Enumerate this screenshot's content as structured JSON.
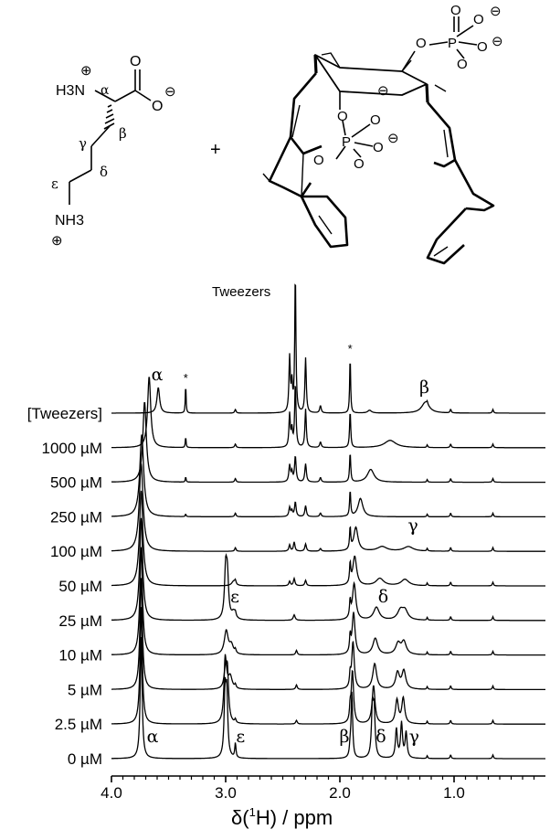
{
  "scheme": {
    "lysine_labels": {
      "h3n": "H3N",
      "alpha": "α",
      "beta": "β",
      "gamma": "γ",
      "delta": "δ",
      "epsilon": "ε",
      "nh3": "NH3",
      "o": "O",
      "plus": "⊕",
      "minus": "⊖"
    },
    "plus_sign": "+",
    "tweezer_labels": {
      "o": "O",
      "p": "P",
      "minus": "⊖"
    }
  },
  "chart_data": {
    "type": "stacked-nmr-spectra",
    "xlabel_prefix": "δ(",
    "xlabel_sup": "1",
    "xlabel_suffix": "H) / ppm",
    "xlim": [
      4.0,
      0.2
    ],
    "xticks": [
      {
        "value": 4.0,
        "label": "4.0"
      },
      {
        "value": 3.0,
        "label": "3.0"
      },
      {
        "value": 2.0,
        "label": "2.0"
      },
      {
        "value": 1.0,
        "label": "1.0"
      }
    ],
    "tweezers_label": "Tweezers",
    "common_peaks": [
      {
        "ppm": 2.915,
        "h": 4,
        "w": 0.007
      },
      {
        "ppm": 1.235,
        "h": 3,
        "w": 0.005
      },
      {
        "ppm": 1.03,
        "h": 4,
        "w": 0.006
      },
      {
        "ppm": 0.66,
        "h": 4,
        "w": 0.006
      }
    ],
    "series": [
      {
        "name": "0 µM",
        "peaks": [
          {
            "ppm": 3.74,
            "h": 133,
            "w": 0.01
          },
          {
            "ppm": 3.005,
            "h": 68,
            "w": 0.01
          },
          {
            "ppm": 2.99,
            "h": 64,
            "w": 0.01
          },
          {
            "ppm": 2.915,
            "h": 12,
            "w": 0.006
          },
          {
            "ppm": 1.91,
            "h": 10,
            "w": 0.007
          },
          {
            "ppm": 1.895,
            "h": 72,
            "w": 0.008
          },
          {
            "ppm": 1.715,
            "h": 52,
            "w": 0.01
          },
          {
            "ppm": 1.7,
            "h": 48,
            "w": 0.01
          },
          {
            "ppm": 1.505,
            "h": 32,
            "w": 0.01
          },
          {
            "ppm": 1.46,
            "h": 38,
            "w": 0.01
          },
          {
            "ppm": 1.42,
            "h": 28,
            "w": 0.01
          }
        ]
      },
      {
        "name": "2.5 µM",
        "peaks": [
          {
            "ppm": 3.74,
            "h": 128,
            "w": 0.012
          },
          {
            "ppm": 3.005,
            "h": 62,
            "w": 0.012
          },
          {
            "ppm": 2.985,
            "h": 52,
            "w": 0.012
          },
          {
            "ppm": 1.91,
            "h": 14,
            "w": 0.006
          },
          {
            "ppm": 1.89,
            "h": 58,
            "w": 0.012
          },
          {
            "ppm": 1.705,
            "h": 42,
            "w": 0.015
          },
          {
            "ppm": 1.5,
            "h": 26,
            "w": 0.015
          },
          {
            "ppm": 1.445,
            "h": 28,
            "w": 0.015
          },
          {
            "ppm": 2.38,
            "h": 4,
            "w": 0.008
          }
        ]
      },
      {
        "name": "5 µM",
        "peaks": [
          {
            "ppm": 3.74,
            "h": 122,
            "w": 0.013
          },
          {
            "ppm": 3.0,
            "h": 28,
            "w": 0.014
          },
          {
            "ppm": 2.96,
            "h": 14,
            "w": 0.02
          },
          {
            "ppm": 1.91,
            "h": 14,
            "w": 0.006
          },
          {
            "ppm": 1.885,
            "h": 52,
            "w": 0.013
          },
          {
            "ppm": 1.695,
            "h": 28,
            "w": 0.02
          },
          {
            "ppm": 1.495,
            "h": 18,
            "w": 0.02
          },
          {
            "ppm": 1.44,
            "h": 20,
            "w": 0.02
          },
          {
            "ppm": 2.38,
            "h": 5,
            "w": 0.008
          }
        ]
      },
      {
        "name": "10 µM",
        "peaks": [
          {
            "ppm": 3.74,
            "h": 118,
            "w": 0.014
          },
          {
            "ppm": 2.995,
            "h": 26,
            "w": 0.02
          },
          {
            "ppm": 2.95,
            "h": 10,
            "w": 0.02
          },
          {
            "ppm": 1.91,
            "h": 18,
            "w": 0.006
          },
          {
            "ppm": 1.88,
            "h": 46,
            "w": 0.015
          },
          {
            "ppm": 1.69,
            "h": 18,
            "w": 0.025
          },
          {
            "ppm": 1.49,
            "h": 12,
            "w": 0.025
          },
          {
            "ppm": 1.44,
            "h": 14,
            "w": 0.025
          },
          {
            "ppm": 2.38,
            "h": 5,
            "w": 0.008
          }
        ]
      },
      {
        "name": "25 µM",
        "peaks": [
          {
            "ppm": 3.74,
            "h": 112,
            "w": 0.016
          },
          {
            "ppm": 3.0,
            "h": 52,
            "w": 0.012
          },
          {
            "ppm": 2.985,
            "h": 44,
            "w": 0.012
          },
          {
            "ppm": 2.93,
            "h": 8,
            "w": 0.02
          },
          {
            "ppm": 1.91,
            "h": 18,
            "w": 0.006
          },
          {
            "ppm": 1.875,
            "h": 40,
            "w": 0.018
          },
          {
            "ppm": 1.68,
            "h": 14,
            "w": 0.03
          },
          {
            "ppm": 1.47,
            "h": 10,
            "w": 0.03
          },
          {
            "ppm": 1.43,
            "h": 10,
            "w": 0.03
          },
          {
            "ppm": 2.4,
            "h": 6,
            "w": 0.01
          }
        ]
      },
      {
        "name": "50 µM",
        "peaks": [
          {
            "ppm": 3.74,
            "h": 104,
            "w": 0.018
          },
          {
            "ppm": 2.93,
            "h": 5,
            "w": 0.02
          },
          {
            "ppm": 1.91,
            "h": 22,
            "w": 0.006
          },
          {
            "ppm": 1.87,
            "h": 32,
            "w": 0.02
          },
          {
            "ppm": 1.65,
            "h": 8,
            "w": 0.04
          },
          {
            "ppm": 1.43,
            "h": 7,
            "w": 0.04
          },
          {
            "ppm": 2.44,
            "h": 5,
            "w": 0.008
          },
          {
            "ppm": 2.4,
            "h": 8,
            "w": 0.008
          },
          {
            "ppm": 2.3,
            "h": 6,
            "w": 0.008
          }
        ]
      },
      {
        "name": "100 µM",
        "peaks": [
          {
            "ppm": 3.74,
            "h": 96,
            "w": 0.02
          },
          {
            "ppm": 1.91,
            "h": 24,
            "w": 0.006
          },
          {
            "ppm": 1.86,
            "h": 26,
            "w": 0.022
          },
          {
            "ppm": 1.63,
            "h": 5,
            "w": 0.05
          },
          {
            "ppm": 1.4,
            "h": 5,
            "w": 0.05
          },
          {
            "ppm": 2.44,
            "h": 7,
            "w": 0.008
          },
          {
            "ppm": 2.4,
            "h": 10,
            "w": 0.008
          },
          {
            "ppm": 2.3,
            "h": 8,
            "w": 0.008
          },
          {
            "ppm": 2.17,
            "h": 3,
            "w": 0.008
          }
        ]
      },
      {
        "name": "250 µM",
        "peaks": [
          {
            "ppm": 3.735,
            "h": 90,
            "w": 0.02
          },
          {
            "ppm": 3.35,
            "h": 3,
            "w": 0.004
          },
          {
            "ppm": 1.91,
            "h": 28,
            "w": 0.006
          },
          {
            "ppm": 1.82,
            "h": 20,
            "w": 0.025
          },
          {
            "ppm": 2.44,
            "h": 10,
            "w": 0.008
          },
          {
            "ppm": 2.42,
            "h": 6,
            "w": 0.008
          },
          {
            "ppm": 2.39,
            "h": 16,
            "w": 0.008
          },
          {
            "ppm": 2.3,
            "h": 12,
            "w": 0.008
          },
          {
            "ppm": 2.17,
            "h": 4,
            "w": 0.008
          }
        ]
      },
      {
        "name": "500 µM",
        "peaks": [
          {
            "ppm": 3.71,
            "h": 88,
            "w": 0.018
          },
          {
            "ppm": 3.35,
            "h": 6,
            "w": 0.004
          },
          {
            "ppm": 1.91,
            "h": 32,
            "w": 0.006
          },
          {
            "ppm": 1.73,
            "h": 14,
            "w": 0.035
          },
          {
            "ppm": 2.44,
            "h": 18,
            "w": 0.008
          },
          {
            "ppm": 2.42,
            "h": 10,
            "w": 0.008
          },
          {
            "ppm": 2.39,
            "h": 28,
            "w": 0.008
          },
          {
            "ppm": 2.3,
            "h": 20,
            "w": 0.008
          },
          {
            "ppm": 2.17,
            "h": 5,
            "w": 0.008
          }
        ]
      },
      {
        "name": "1000 µM",
        "peaks": [
          {
            "ppm": 3.67,
            "h": 78,
            "w": 0.016
          },
          {
            "ppm": 3.35,
            "h": 12,
            "w": 0.004
          },
          {
            "ppm": 1.91,
            "h": 40,
            "w": 0.006
          },
          {
            "ppm": 1.56,
            "h": 8,
            "w": 0.06
          },
          {
            "ppm": 2.44,
            "h": 36,
            "w": 0.007
          },
          {
            "ppm": 2.42,
            "h": 18,
            "w": 0.007
          },
          {
            "ppm": 2.39,
            "h": 70,
            "w": 0.007
          },
          {
            "ppm": 2.3,
            "h": 42,
            "w": 0.007
          },
          {
            "ppm": 2.17,
            "h": 6,
            "w": 0.008
          }
        ]
      },
      {
        "name": "[Tweezers]",
        "peaks": [
          {
            "ppm": 3.59,
            "h": 28,
            "w": 0.014
          },
          {
            "ppm": 3.35,
            "h": 32,
            "w": 0.004
          },
          {
            "ppm": 1.91,
            "h": 62,
            "w": 0.005
          },
          {
            "ppm": 1.25,
            "h": 12,
            "w": 0.04
          },
          {
            "ppm": 2.44,
            "h": 60,
            "w": 0.007
          },
          {
            "ppm": 2.42,
            "h": 30,
            "w": 0.007
          },
          {
            "ppm": 2.39,
            "h": 152,
            "w": 0.006
          },
          {
            "ppm": 2.3,
            "h": 60,
            "w": 0.007
          },
          {
            "ppm": 2.17,
            "h": 8,
            "w": 0.008
          },
          {
            "ppm": 1.74,
            "h": 3,
            "w": 0.02
          }
        ]
      }
    ],
    "annotations": [
      {
        "text": "α",
        "ppm": 3.64,
        "series": "0 µM",
        "dy": 18,
        "serif": true
      },
      {
        "text": "ε",
        "ppm": 2.87,
        "series": "0 µM",
        "dy": 18,
        "serif": true
      },
      {
        "text": "β",
        "ppm": 1.96,
        "series": "0 µM",
        "dy": 18,
        "serif": true
      },
      {
        "text": "δ",
        "ppm": 1.64,
        "series": "0 µM",
        "dy": 18,
        "serif": true
      },
      {
        "text": "γ",
        "ppm": 1.35,
        "series": "0 µM",
        "dy": 18,
        "serif": true
      },
      {
        "text": "ε",
        "ppm": 2.92,
        "series": "25 µM",
        "dy": 20,
        "serif": true
      },
      {
        "text": "δ",
        "ppm": 1.62,
        "series": "25 µM",
        "dy": 20,
        "serif": true
      },
      {
        "text": "γ",
        "ppm": 1.36,
        "series": "100 µM",
        "dy": 22,
        "serif": true
      },
      {
        "text": "α",
        "ppm": 3.6,
        "series": "[Tweezers]",
        "dy": 36,
        "serif": true
      },
      {
        "text": "β",
        "ppm": 1.26,
        "series": "[Tweezers]",
        "dy": 22,
        "serif": true
      },
      {
        "text": "*",
        "ppm": 3.35,
        "series": "[Tweezers]",
        "dy": 34,
        "serif": false
      },
      {
        "text": "*",
        "ppm": 1.91,
        "series": "[Tweezers]",
        "dy": 66,
        "serif": false
      }
    ]
  }
}
